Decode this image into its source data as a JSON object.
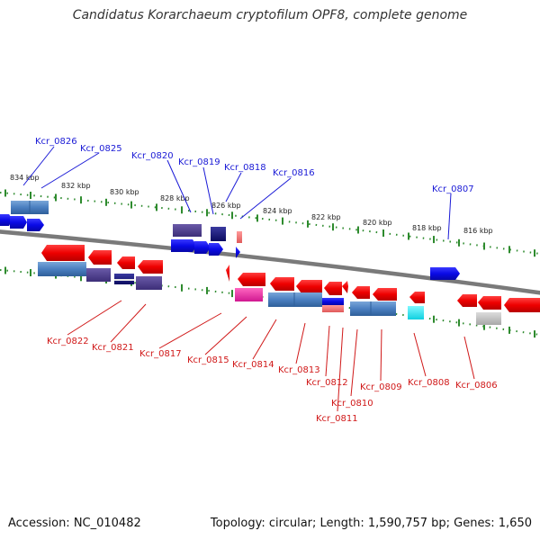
{
  "title": "Candidatus Korarchaeum cryptofilum OPF8, complete genome",
  "footer": {
    "accession": "Accession: NC_010482",
    "topology": "Topology: circular; Length: 1,590,757 bp; Genes: 1,650"
  },
  "ruler_labels": [
    "834 kbp",
    "832 kbp",
    "830 kbp",
    "828 kbp",
    "826 kbp",
    "824 kbp",
    "822 kbp",
    "820 kbp",
    "818 kbp",
    "816 kbp"
  ],
  "forward_gene_labels": [
    "Kcr_0826",
    "Kcr_0825",
    "Kcr_0820",
    "Kcr_0819",
    "Kcr_0818",
    "Kcr_0816",
    "Kcr_0807"
  ],
  "reverse_gene_labels": [
    "Kcr_0822",
    "Kcr_0821",
    "Kcr_0817",
    "Kcr_0815",
    "Kcr_0814",
    "Kcr_0813",
    "Kcr_0812",
    "Kcr_0811",
    "Kcr_0810",
    "Kcr_0809",
    "Kcr_0808",
    "Kcr_0806"
  ],
  "colors": {
    "forward_strand": "#0a14e6",
    "reverse_strand": "#e60a0a",
    "backbone": "#808080",
    "tick_marks": "#2e8b2e",
    "forward_label": "#1a1ad6",
    "reverse_label": "#d01818"
  }
}
